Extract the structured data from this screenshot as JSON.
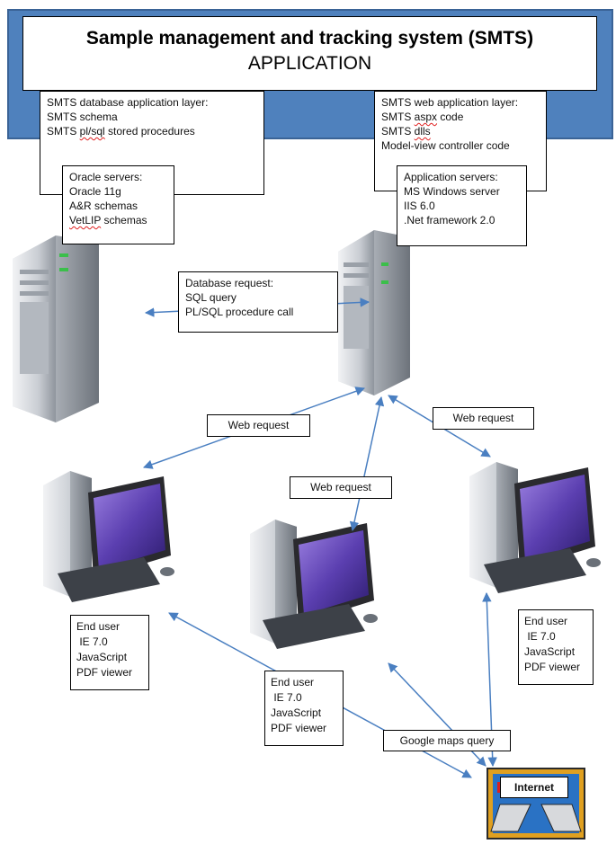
{
  "title": {
    "main": "Sample management and tracking system (SMTS)",
    "sub": "APPLICATION"
  },
  "colors": {
    "band_fill": "#4f81bd",
    "arrow": "#4a7fc1",
    "screen": "#6a4bb5",
    "tower": "#c8ccd2"
  },
  "db_app_layer": {
    "line1": "SMTS database application layer:",
    "line2": "SMTS schema",
    "line3a": "SMTS ",
    "line3b": "pl/sql",
    "line3c": " stored procedures"
  },
  "oracle_servers": {
    "line1": "Oracle servers:",
    "line2": "Oracle 11g",
    "line3": "A&R schemas",
    "line4a": "VetLIP",
    "line4b": " schemas"
  },
  "web_app_layer": {
    "line1": "SMTS web application layer:",
    "line2a": "SMTS  ",
    "line2b": "aspx",
    "line2c": " code",
    "line3a": "SMTS ",
    "line3b": "dlls",
    "line4": "Model-view controller code"
  },
  "app_servers": {
    "line1": "Application servers:",
    "line2": "MS Windows server",
    "line3": "IIS 6.0",
    "line4": ".Net framework 2.0"
  },
  "db_request": {
    "line1": "Database request:",
    "line2": "SQL query",
    "line3": "PL/SQL procedure call"
  },
  "web_requests": {
    "left": "Web request",
    "center": "Web request",
    "right": "Web request"
  },
  "end_users": {
    "left": {
      "line1": "End user",
      "line2": " IE 7.0",
      "line3": "JavaScript",
      "line4": "PDF viewer"
    },
    "center": {
      "line1": "End user",
      "line2": " IE 7.0",
      "line3": "JavaScript",
      "line4": "PDF viewer"
    },
    "right": {
      "line1": "End user",
      "line2": " IE 7.0",
      "line3": "JavaScript",
      "line4": "PDF viewer"
    }
  },
  "google_maps": "Google maps query",
  "internet": "Internet"
}
